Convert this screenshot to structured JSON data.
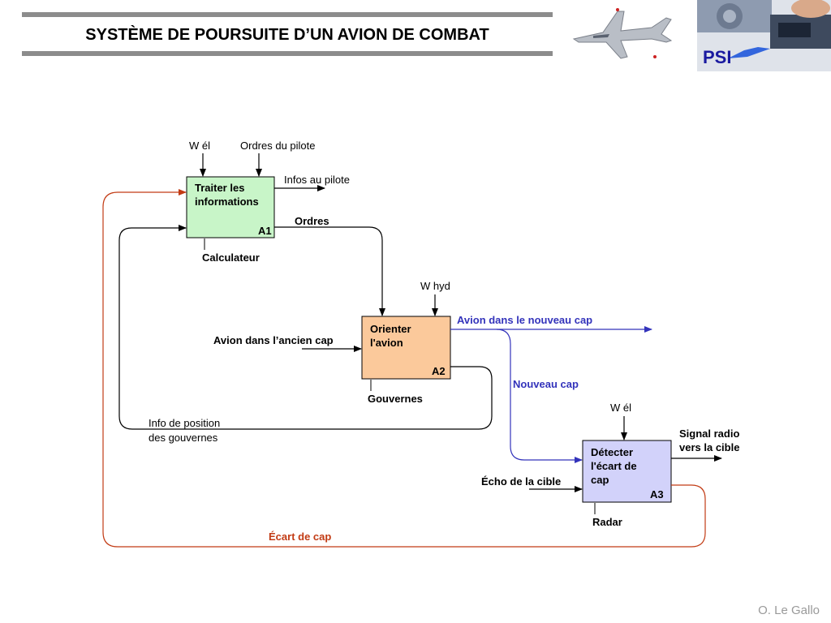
{
  "header": {
    "title": "SYSTÈME DE POURSUITE D’UN AVION DE COMBAT",
    "logo_text": "PSI"
  },
  "footer": {
    "author": "O. Le Gallo"
  },
  "colors": {
    "box_a1": "#c8f5c8",
    "box_a2": "#fbc99b",
    "box_a3": "#d2d2fa",
    "blue_flow": "#3333bb",
    "red_flow": "#c23b14",
    "title_bar": "#8c8c8c"
  },
  "diagram": {
    "boxes": [
      {
        "id": "A1",
        "label_lines": [
          "Traiter les",
          "informations"
        ],
        "number": "A1",
        "mechanism": "Calculateur",
        "controls": [
          "W él",
          "Ordres du pilote"
        ]
      },
      {
        "id": "A2",
        "label_lines": [
          "Orienter",
          "l'avion"
        ],
        "number": "A2",
        "mechanism": "Gouvernes",
        "controls": [
          "W hyd"
        ]
      },
      {
        "id": "A3",
        "label_lines": [
          "Détecter",
          "l'écart de",
          "cap"
        ],
        "number": "A3",
        "mechanism": "Radar",
        "controls": [
          "W él"
        ]
      }
    ],
    "flows": {
      "infos_pilote": "Infos au pilote",
      "ordres": "Ordres",
      "avion_ancien_cap": "Avion dans l’ancien cap",
      "avion_nouveau_cap": "Avion dans le nouveau cap",
      "nouveau_cap": "Nouveau  cap",
      "info_position_lines": [
        "Info de position",
        "des gouvernes"
      ],
      "echo_cible": "Écho de la cible",
      "signal_radio_lines": [
        "Signal radio",
        "vers la cible"
      ],
      "ecart_cap": "Écart de cap"
    }
  }
}
